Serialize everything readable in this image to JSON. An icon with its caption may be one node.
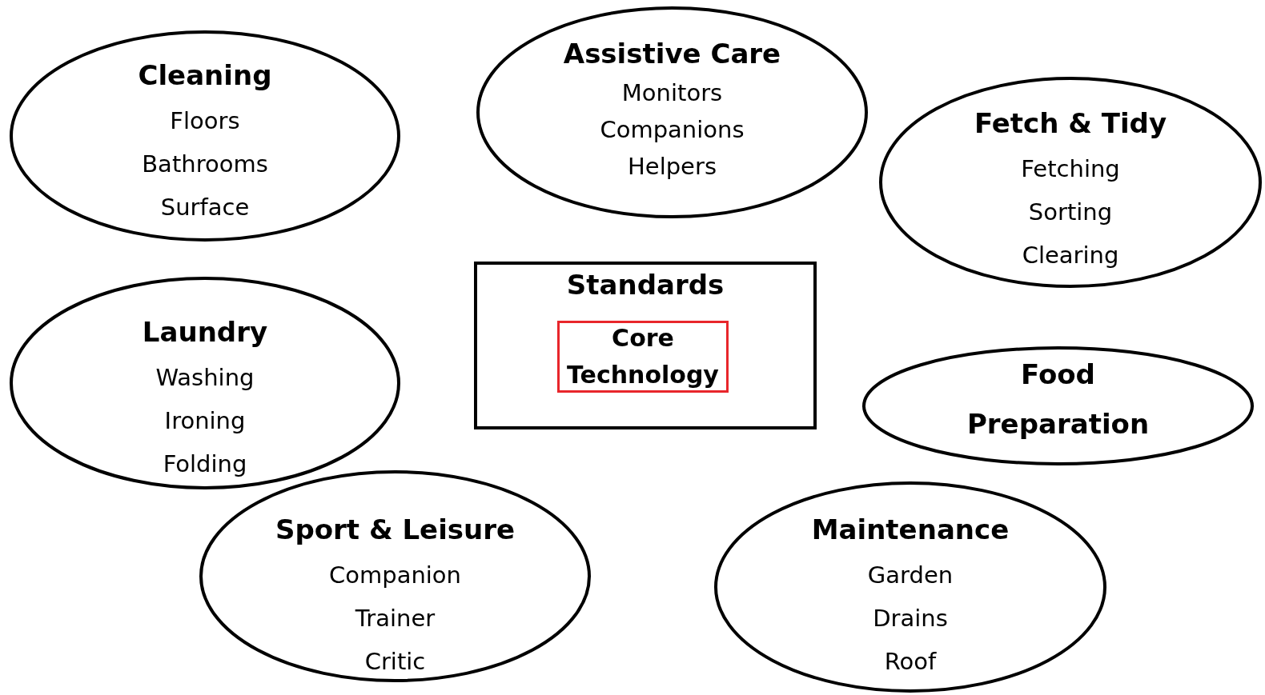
{
  "diagram": {
    "nodes": [
      {
        "text": [
          "Cleaning",
          "Floors",
          "Bathrooms",
          "Surface"
        ]
      },
      {
        "text": [
          "Assistive Care",
          "Monitors",
          "Companions",
          "Helpers"
        ]
      },
      {
        "text": [
          "Fetch & Tidy",
          "Fetching",
          "Sorting",
          "Clearing"
        ]
      },
      {
        "text": [
          "Standards"
        ]
      },
      {
        "text": [
          "Core Technology"
        ],
        "in": 3
      },
      {
        "text": [
          "Laundry",
          "Washing",
          "Ironing",
          "Folding"
        ]
      },
      {
        "text": [
          "Food Preparation"
        ]
      },
      {
        "text": [
          "Sport & Leisure",
          "Companion",
          "Trainer",
          "Critic"
        ]
      },
      {
        "text": [
          "Maintenance",
          "Garden",
          "Drains",
          "Roof"
        ]
      }
    ]
  }
}
